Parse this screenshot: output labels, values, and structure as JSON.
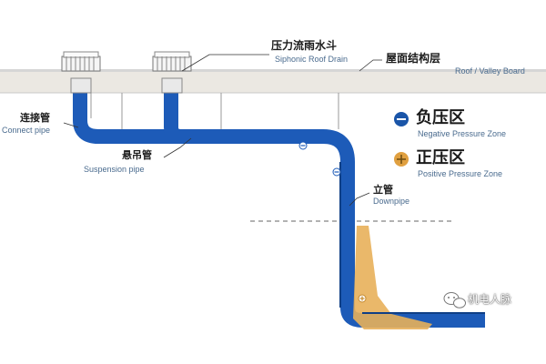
{
  "colors": {
    "pipe_negative": "#1d5bb8",
    "pipe_positive": "#e8b05a",
    "roof_slab": "#ebe8e2",
    "roof_band": "#d6d6d6",
    "legend_negative": "#1a55a8",
    "legend_positive": "#e0a040",
    "label_en": "#4a6b8e"
  },
  "labels": {
    "siphonic_drain_cn": "压力流雨水斗",
    "siphonic_drain_en": "Siphonic Roof Drain",
    "roof_cn": "屋面结构层",
    "roof_en": "Roof / Valley Board",
    "connect_cn": "连接管",
    "connect_en": "Connect pipe",
    "suspension_cn": "悬吊管",
    "suspension_en": "Suspension pipe",
    "downpipe_cn": "立管",
    "downpipe_en": "Downpipe"
  },
  "legend": {
    "negative": {
      "cn": "负压区",
      "en": "Negative Pressure Zone",
      "symbol": "minus-circle-icon"
    },
    "positive": {
      "cn": "正压区",
      "en": "Positive Pressure Zone",
      "symbol": "plus-circle-icon"
    }
  },
  "watermark": {
    "text": "机电人脉",
    "icon": "wechat-icon"
  }
}
